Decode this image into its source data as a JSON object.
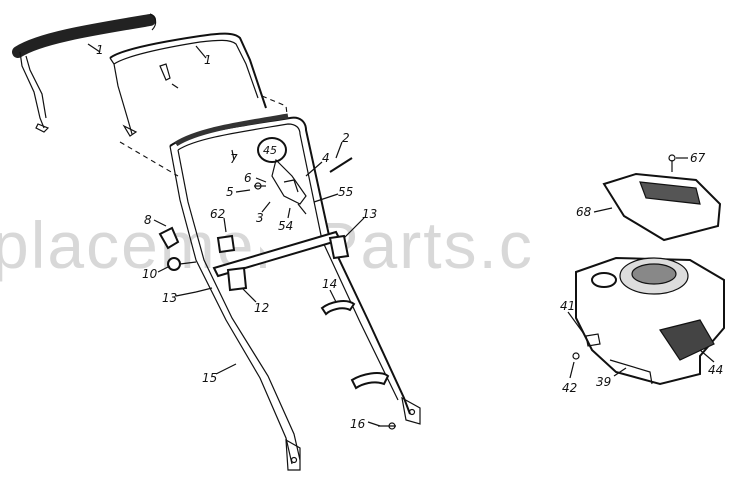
{
  "watermark": "placementParts.c",
  "callouts": [
    {
      "id": "c1a",
      "text": "1"
    },
    {
      "id": "c1b",
      "text": "1"
    },
    {
      "id": "c2",
      "text": "2"
    },
    {
      "id": "c4",
      "text": "4"
    },
    {
      "id": "c45",
      "text": "45"
    },
    {
      "id": "c7",
      "text": "7"
    },
    {
      "id": "c6",
      "text": "6"
    },
    {
      "id": "c5",
      "text": "5"
    },
    {
      "id": "c55",
      "text": "55"
    },
    {
      "id": "c3",
      "text": "3"
    },
    {
      "id": "c54",
      "text": "54"
    },
    {
      "id": "c8",
      "text": "8"
    },
    {
      "id": "c62",
      "text": "62"
    },
    {
      "id": "c13a",
      "text": "13"
    },
    {
      "id": "c10",
      "text": "10"
    },
    {
      "id": "c13b",
      "text": "13"
    },
    {
      "id": "c12",
      "text": "12"
    },
    {
      "id": "c14",
      "text": "14"
    },
    {
      "id": "c15",
      "text": "15"
    },
    {
      "id": "c16",
      "text": "16"
    },
    {
      "id": "c67",
      "text": "67"
    },
    {
      "id": "c68",
      "text": "68"
    },
    {
      "id": "c41",
      "text": "41"
    },
    {
      "id": "c42",
      "text": "42"
    },
    {
      "id": "c39",
      "text": "39"
    },
    {
      "id": "c44",
      "text": "44"
    }
  ]
}
